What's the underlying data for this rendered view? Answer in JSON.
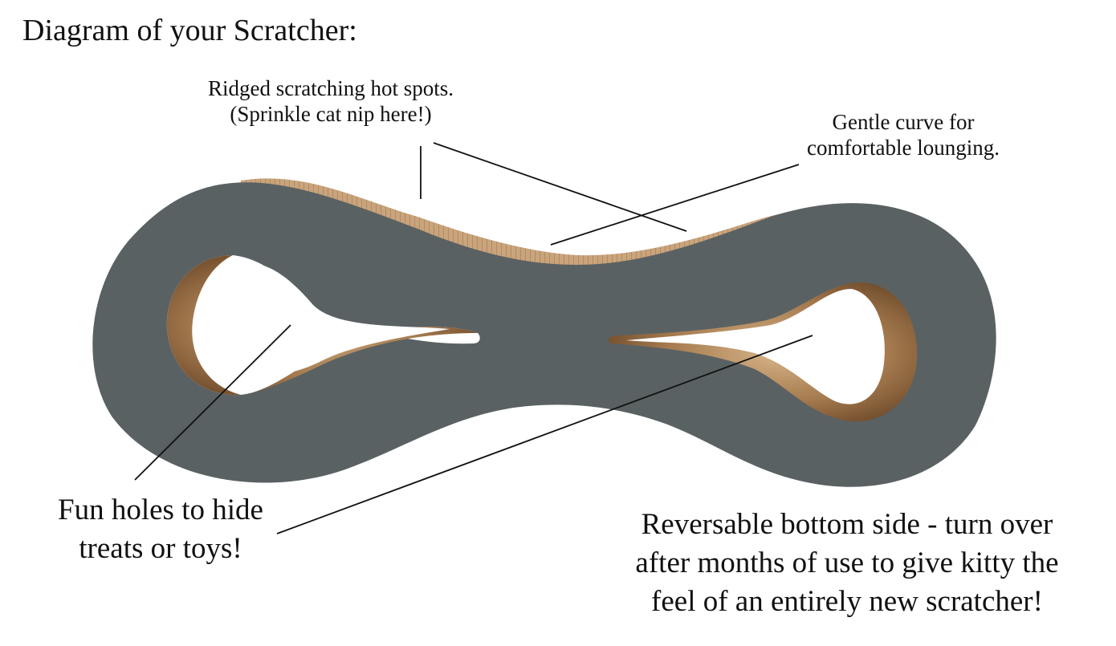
{
  "title": "Diagram of your Scratcher:",
  "callouts": {
    "ridged": "Ridged scratching hot spots.\n(Sprinkle cat nip here!)",
    "curve": "Gentle curve for\ncomfortable lounging.",
    "holes": "Fun holes to hide\ntreats or toys!",
    "reversible": "Reversable bottom side - turn over\nafter months of use to give kitty the\nfeel of an entirely new scratcher!"
  },
  "colors": {
    "body_face": "#5a6163",
    "cardboard": "#c8a27a",
    "cardboard_dark": "#7a5634",
    "leader_line": "#111111"
  }
}
